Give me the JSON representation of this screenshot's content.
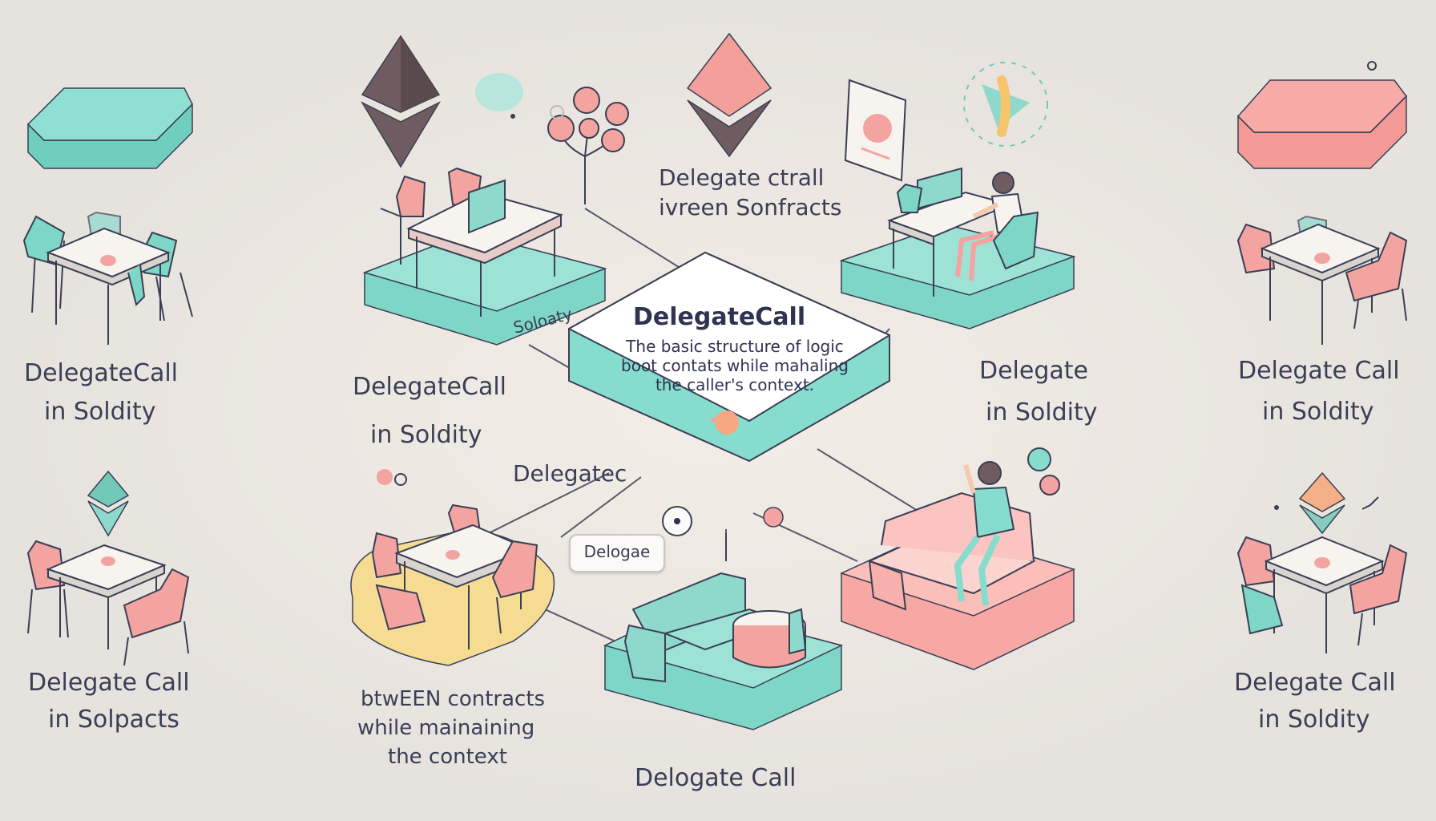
{
  "labels": {
    "top_caption_line1": "Delegate ctrall",
    "top_caption_line2": "ivreen Sonfracts",
    "left_top_line1": "DelegateCall",
    "left_top_line2": "in Soldity",
    "left_bottom_line1": "Delegate Call",
    "left_bottom_line2": "in Solpacts",
    "mid_left_line1": "DelegateCall",
    "mid_left_line2": "in Soldity",
    "platform_tag": "Soloaty",
    "mid_right_line1": "Delegate",
    "mid_right_line2": "in Soldity",
    "right_top_line1": "Delegate Call",
    "right_top_line2": "in Soldity",
    "right_bottom_line1": "Delegate Call",
    "right_bottom_line2": "in Soldity",
    "delegate_small": "Delegatec",
    "bubble_text": "Delogae",
    "bottom_left_line1": "btwEEN contracts",
    "bottom_left_line2": "while mainaining",
    "bottom_left_line3": "the context",
    "bottom_caption": "Delogate Call"
  },
  "center": {
    "title": "DelegateCall",
    "desc_line1": "The basic structure of logic",
    "desc_line2": "boot contats while mahaling",
    "desc_line3": "the caller's context."
  },
  "colors": {
    "background": "#e6e2dd",
    "teal": "#86dccd",
    "pink": "#f3a3a0",
    "yellow": "#f5dc92",
    "ink": "#3a3f55"
  }
}
